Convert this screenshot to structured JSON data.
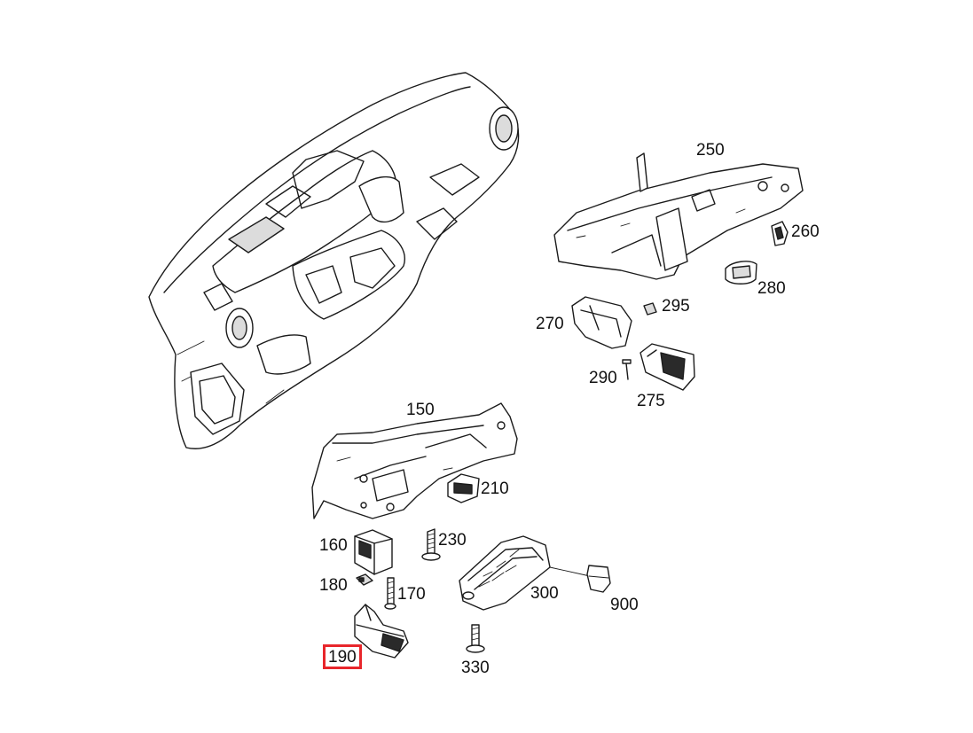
{
  "highlight_color": "#e8262b",
  "labels": {
    "p150": "150",
    "p160": "160",
    "p170": "170",
    "p180": "180",
    "p190": "190",
    "p210": "210",
    "p230": "230",
    "p250": "250",
    "p260": "260",
    "p270": "270",
    "p275": "275",
    "p280": "280",
    "p290": "290",
    "p295": "295",
    "p300": "300",
    "p330": "330",
    "p900": "900"
  },
  "highlighted": "p190"
}
